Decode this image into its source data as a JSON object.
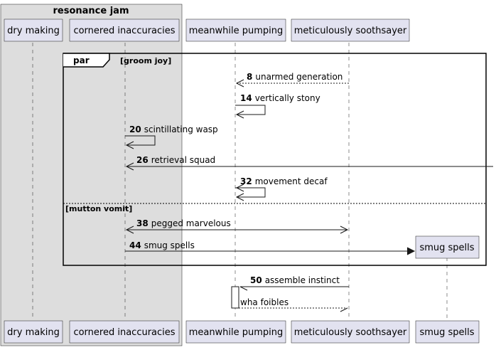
{
  "box": {
    "title": "resonance jam"
  },
  "participants": {
    "dry_making": "dry making",
    "cornered_inaccuracies": "cornered inaccuracies",
    "meanwhile_pumping": "meanwhile pumping",
    "meticulously_soothsayer": "meticulously soothsayer",
    "smug_spells": "smug spells"
  },
  "fragment": {
    "keyword": "par",
    "guard1": "[groom joy]",
    "guard2": "[mutton vomit]"
  },
  "messages": [
    {
      "num": "8",
      "text": "unarmed generation"
    },
    {
      "num": "14",
      "text": "vertically stony"
    },
    {
      "num": "20",
      "text": "scintillating wasp"
    },
    {
      "num": "26",
      "text": "retrieval squad"
    },
    {
      "num": "32",
      "text": "movement decaf"
    },
    {
      "num": "38",
      "text": "pegged marvelous"
    },
    {
      "num": "44",
      "text": "smug spells"
    },
    {
      "num": "50",
      "text": "assemble instinct"
    }
  ],
  "reply": {
    "text": "wha foibles"
  }
}
